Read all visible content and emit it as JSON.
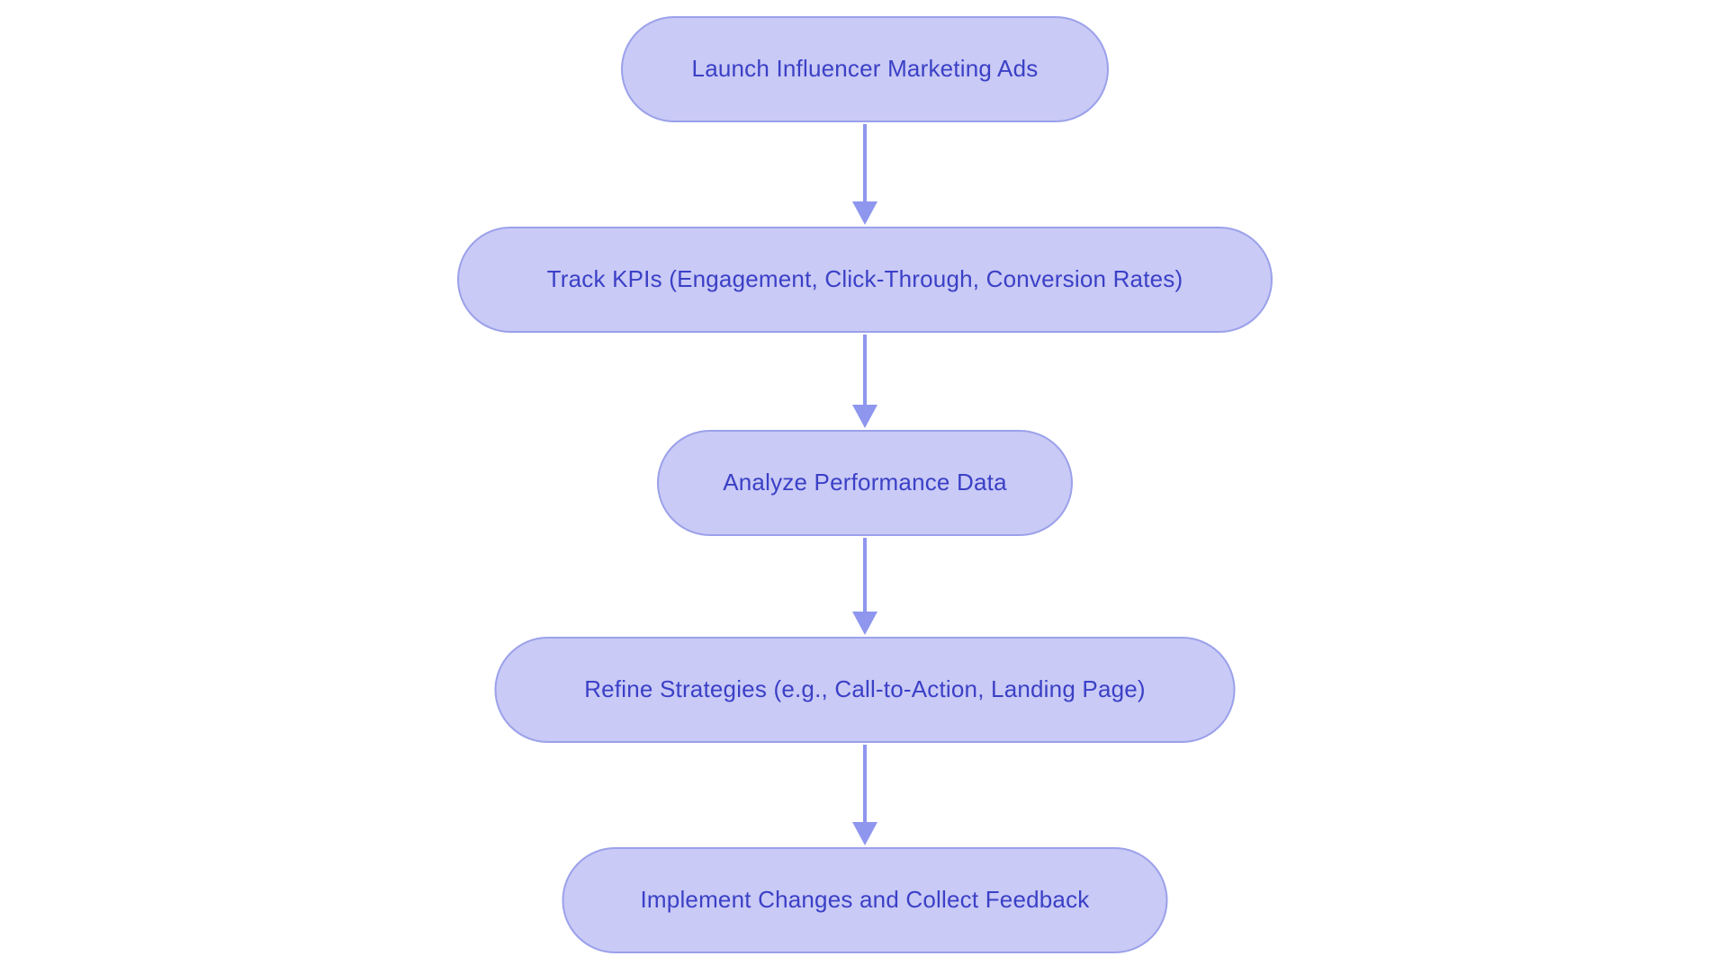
{
  "diagram": {
    "type": "flowchart",
    "direction": "top-down",
    "colors": {
      "background": "#ffffff",
      "node_fill": "#c9caf6",
      "node_border": "#9ba1ea",
      "node_text": "#3b40c6",
      "arrow": "#8e96ee"
    },
    "nodes": [
      {
        "id": "launch",
        "label": "Launch Influencer Marketing Ads"
      },
      {
        "id": "track-kpis",
        "label": "Track KPIs (Engagement, Click-Through, Conversion Rates)"
      },
      {
        "id": "analyze",
        "label": "Analyze Performance Data"
      },
      {
        "id": "refine",
        "label": "Refine Strategies (e.g., Call-to-Action, Landing Page)"
      },
      {
        "id": "implement",
        "label": "Implement Changes and Collect Feedback"
      }
    ],
    "edges": [
      {
        "from": "launch",
        "to": "track-kpis"
      },
      {
        "from": "track-kpis",
        "to": "analyze"
      },
      {
        "from": "analyze",
        "to": "refine"
      },
      {
        "from": "refine",
        "to": "implement"
      }
    ]
  }
}
